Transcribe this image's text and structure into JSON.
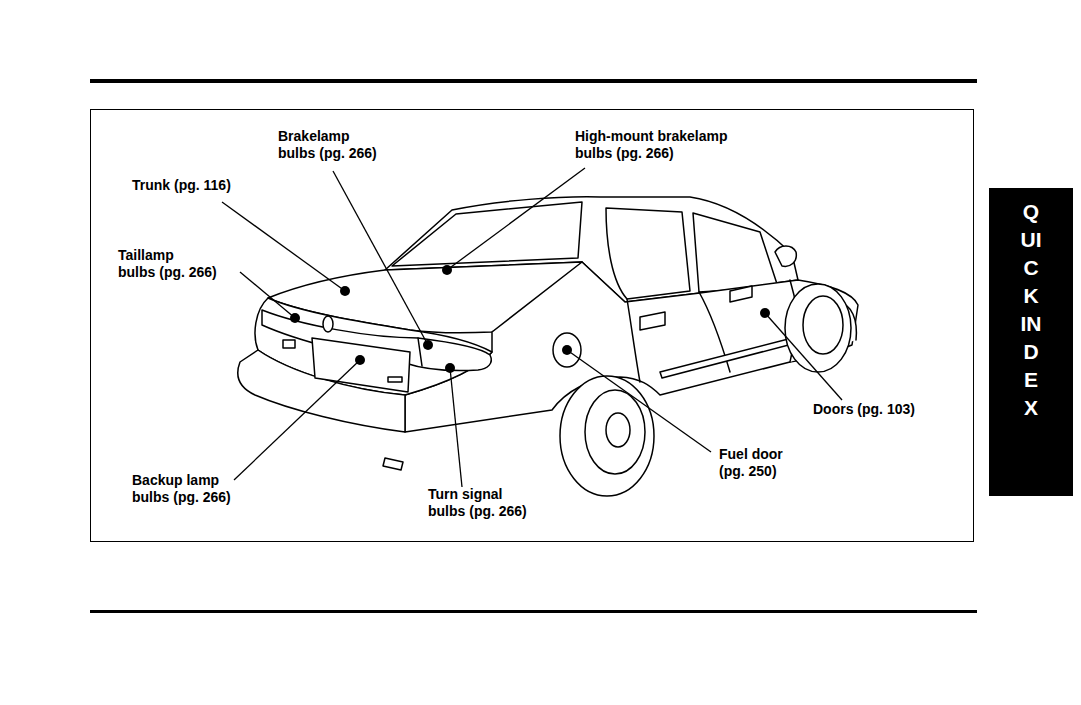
{
  "diagram": {
    "nodes": [
      {
        "text": [
          "QUICK INDEX"
        ]
      }
    ],
    "labels": [
      "Brakelamp bulbs (pg. 266)",
      "High-mount brakelamp bulbs (pg. 266)",
      "Trunk (pg. 116)",
      "Taillamp bulbs (pg. 266)",
      "Doors (pg. 103)",
      "Fuel door (pg. 250)",
      "Backup lamp bulbs (pg. 266)",
      "Turn signal bulbs (pg. 266)"
    ]
  }
}
